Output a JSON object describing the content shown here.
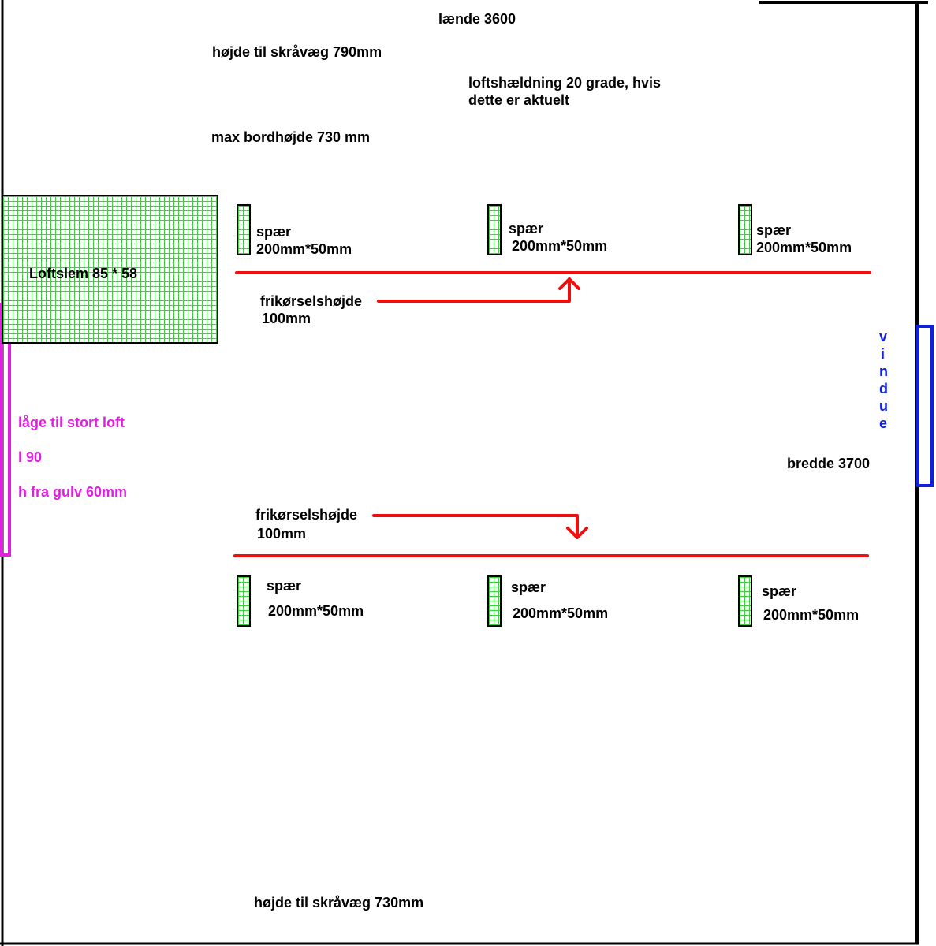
{
  "room": {
    "length_label": "lænde 3600",
    "width_label": "bredde 3700",
    "height_top": "højde til skråvæg 790mm",
    "height_bottom": "højde til skråvæg 730mm",
    "slope_line1": "loftshældning 20 grade, hvis",
    "slope_line2": "dette er aktuelt",
    "max_table": "max bordhøjde 730 mm"
  },
  "hatch": {
    "label": "Loftslem 85 * 58"
  },
  "door": {
    "line1": "låge til stort loft",
    "line2": "l 90",
    "line3": "h fra gulv 60mm",
    "color": "#e020e0"
  },
  "window": {
    "letters": [
      "v",
      "i",
      "n",
      "d",
      "u",
      "e"
    ],
    "color": "#1020e0"
  },
  "clearance_top": {
    "line1": "frikørselshøjde",
    "line2": "100mm"
  },
  "clearance_bottom": {
    "line1": "frikørselshøjde",
    "line2": "100mm"
  },
  "beams_top": [
    {
      "name": "spær",
      "size": "200mm*50mm"
    },
    {
      "name": "spær",
      "size": "200mm*50mm"
    },
    {
      "name": "spær",
      "size": "200mm*50mm"
    }
  ],
  "beams_bottom": [
    {
      "name": "spær",
      "size": "200mm*50mm"
    },
    {
      "name": "spær",
      "size": "200mm*50mm"
    },
    {
      "name": "spær",
      "size": "200mm*50mm"
    }
  ],
  "colors": {
    "line_red": "#ee1010",
    "grid_green": "#3ad23a"
  }
}
